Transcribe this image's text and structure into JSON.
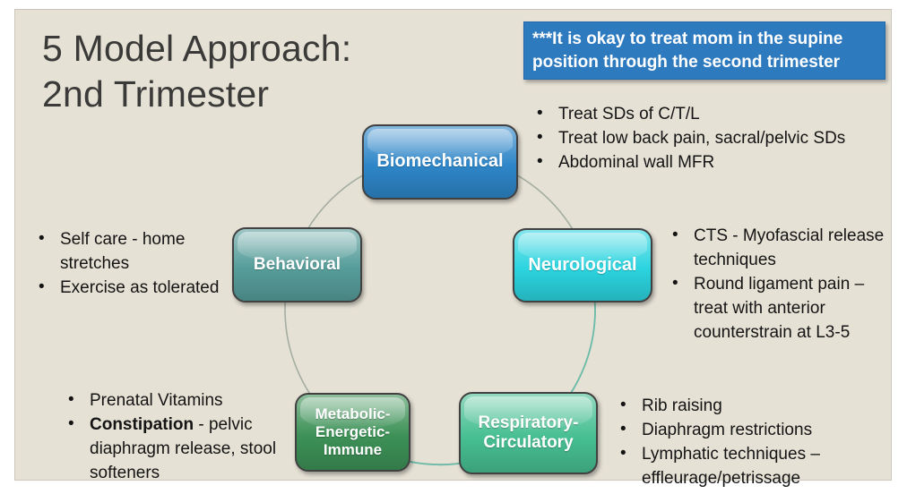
{
  "slide": {
    "title": "5 Model Approach:\n2nd Trimester",
    "background_color": "#e6e1d5"
  },
  "banner": {
    "text": "***It is okay to treat mom in the supine position through the second trimester",
    "background_color": "#2e7abf"
  },
  "diagram": {
    "ring_color": "#a4ada2",
    "ring_accent_color": "#6cbcaa",
    "models": [
      {
        "label": "Biomechanical",
        "color": "#2e86c8"
      },
      {
        "label": "Behavioral",
        "color": "#569d9a"
      },
      {
        "label": "Neurological",
        "color": "#2bd4df"
      },
      {
        "label": "Metabolic-\nEnergetic-\nImmune",
        "color": "#3d9157"
      },
      {
        "label": "Respiratory-\nCirculatory",
        "color": "#47bf93"
      }
    ]
  },
  "notes": {
    "biomechanical": [
      "Treat SDs of C/T/L",
      "Treat low back pain, sacral/pelvic SDs",
      "Abdominal wall MFR"
    ],
    "behavioral": [
      "Self care - home stretches",
      "Exercise as tolerated"
    ],
    "neurological": [
      "CTS - Myofascial release techniques",
      "Round ligament pain – treat with anterior counterstrain at L3-5"
    ],
    "metabolic": {
      "item1": "Prenatal Vitamins",
      "item2_bold": "Constipation",
      "item2_rest": " - pelvic diaphragm release, stool softeners"
    },
    "respiratory": [
      "Rib raising",
      "Diaphragm restrictions",
      "Lymphatic techniques – effleurage/petrissage"
    ]
  }
}
